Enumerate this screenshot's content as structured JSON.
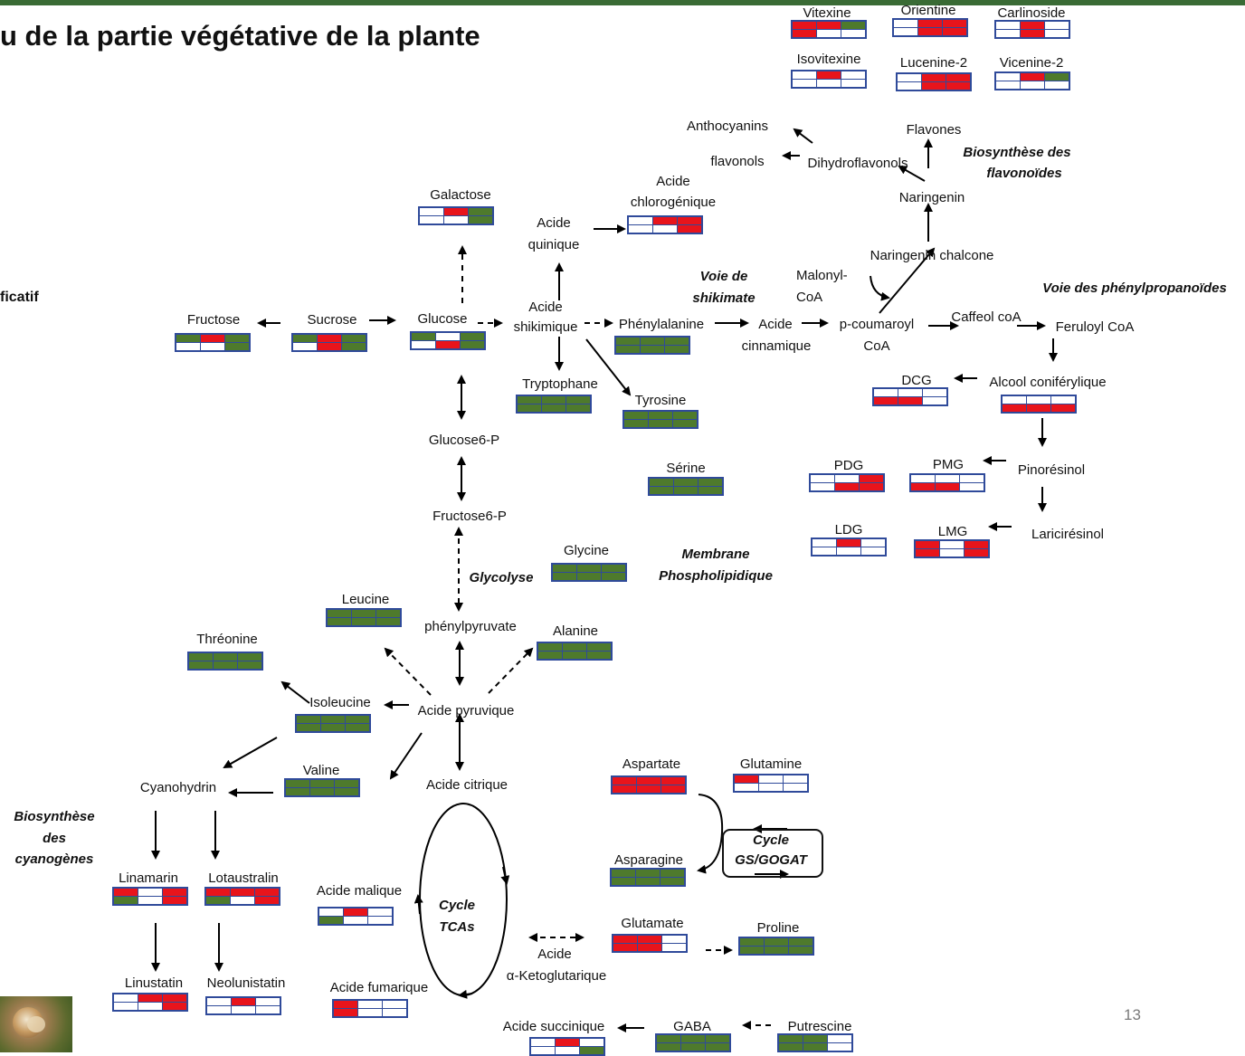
{
  "title": "u de la partie végétative de la plante",
  "side_fragment": "ficatif",
  "page_number": "13",
  "colors": {
    "green": "#4e7a2c",
    "red": "#e8141b",
    "white": "#ffffff",
    "border": "#2f4a9a"
  },
  "labels": {
    "vitexine": "Vitexine",
    "orientine": "Orientine",
    "carlinoside": "Carlinoside",
    "isovitexine": "Isovitexine",
    "lucenine2": "Lucenine-2",
    "vicenine2": "Vicenine-2",
    "anthocyanins": "Anthocyanins",
    "flavones": "Flavones",
    "flavonols": "flavonols",
    "dihydroflavonols": "Dihydroflavonols",
    "naringenin": "Naringenin",
    "naringenin_chalcone": "Naringenin chalcone",
    "malonyl": "Malonyl-",
    "coa": "CoA",
    "acide1": "Acide",
    "chlorogenique": "chlorogénique",
    "acide2": "Acide",
    "quinique": "quinique",
    "galactose": "Galactose",
    "acide3": "Acide",
    "shikimique": "shikimique",
    "fructose": "Fructose",
    "sucrose": "Sucrose",
    "glucose": "Glucose",
    "phenylalanine": "Phénylalanine",
    "acide4": "Acide",
    "cinnamique": "cinnamique",
    "pcoumaroyl": "p-coumaroyl",
    "coa2": "CoA",
    "caffeol": "Caffeol coA",
    "feruloyl": "Feruloyl CoA",
    "tryptophane": "Tryptophane",
    "tyrosine": "Tyrosine",
    "dcg": "DCG",
    "alcool": "Alcool coniférylique",
    "glucose6p": "Glucose6-P",
    "serine": "Sérine",
    "pdg": "PDG",
    "pmg": "PMG",
    "pinoresinol": "Pinorésinol",
    "fructose6p": "Fructose6-P",
    "ldg": "LDG",
    "lmg": "LMG",
    "lariciresinol": "Laricirésinol",
    "glycine": "Glycine",
    "leucine": "Leucine",
    "phenylpyruvate": "phénylpyruvate",
    "alanine": "Alanine",
    "threonine": "Thréonine",
    "isoleucine": "Isoleucine",
    "acide_pyruvique": "Acide pyruvique",
    "valine": "Valine",
    "cyanohydrin": "Cyanohydrin",
    "acide_citrique": "Acide citrique",
    "aspartate": "Aspartate",
    "glutamine": "Glutamine",
    "asparagine": "Asparagine",
    "linamarin": "Linamarin",
    "lotaustralin": "Lotaustralin",
    "acide_malique": "Acide malique",
    "glutamate": "Glutamate",
    "proline": "Proline",
    "acide5": "Acide",
    "ketoglutarique": "α-Ketoglutarique",
    "linustatin": "Linustatin",
    "neolinustatin": "Neolunistatin",
    "acide_fumarique": "Acide fumarique",
    "acide_succinique": "Acide succinique",
    "gaba": "GABA",
    "putrescine": "Putrescine"
  },
  "pathway_labels": {
    "biosynth_flav1": "Biosynthèse des",
    "biosynth_flav2": "flavonoïdes",
    "voie_shik1": "Voie de",
    "voie_shik2": "shikimate",
    "voie_phenyl": "Voie des phénylpropanoïdes",
    "glycolyse": "Glycolyse",
    "membrane1": "Membrane",
    "membrane2": "Phospholipidique",
    "biosynth_cyan1": "Biosynthèse",
    "biosynth_cyan2": "des",
    "biosynth_cyan3": "cyanogènes",
    "cycle_tca1": "Cycle",
    "cycle_tca2": "TCAs",
    "cycle_gs1": "Cycle",
    "cycle_gs2": "GS/GOGAT"
  },
  "heatmaps": [
    {
      "id": "vitexine",
      "cells": [
        "r",
        "r",
        "g",
        "r",
        "w",
        "w"
      ]
    },
    {
      "id": "orientine",
      "cells": [
        "w",
        "r",
        "r",
        "w",
        "r",
        "r"
      ]
    },
    {
      "id": "carlinoside",
      "cells": [
        "w",
        "r",
        "w",
        "w",
        "r",
        "w"
      ]
    },
    {
      "id": "isovitexine",
      "cells": [
        "w",
        "r",
        "w",
        "w",
        "w",
        "w"
      ]
    },
    {
      "id": "lucenine2",
      "cells": [
        "w",
        "r",
        "r",
        "w",
        "r",
        "r"
      ]
    },
    {
      "id": "vicenine2",
      "cells": [
        "w",
        "r",
        "g",
        "w",
        "w",
        "w"
      ]
    },
    {
      "id": "chlorogenique",
      "cells": [
        "w",
        "r",
        "r",
        "w",
        "w",
        "r"
      ]
    },
    {
      "id": "galactose",
      "cells": [
        "w",
        "r",
        "g",
        "w",
        "w",
        "g"
      ]
    },
    {
      "id": "fructose",
      "cells": [
        "g",
        "r",
        "g",
        "w",
        "w",
        "g"
      ]
    },
    {
      "id": "sucrose",
      "cells": [
        "g",
        "r",
        "g",
        "w",
        "r",
        "g"
      ]
    },
    {
      "id": "glucose",
      "cells": [
        "g",
        "w",
        "g",
        "w",
        "r",
        "g"
      ]
    },
    {
      "id": "phenylalanine",
      "cells": [
        "g",
        "g",
        "g",
        "g",
        "g",
        "g"
      ]
    },
    {
      "id": "tryptophane",
      "cells": [
        "g",
        "g",
        "g",
        "g",
        "g",
        "g"
      ]
    },
    {
      "id": "tyrosine",
      "cells": [
        "g",
        "g",
        "g",
        "g",
        "g",
        "g"
      ]
    },
    {
      "id": "dcg",
      "cells": [
        "w",
        "w",
        "w",
        "r",
        "r",
        "w"
      ]
    },
    {
      "id": "alcool",
      "cells": [
        "w",
        "w",
        "w",
        "r",
        "r",
        "r"
      ]
    },
    {
      "id": "serine",
      "cells": [
        "g",
        "g",
        "g",
        "g",
        "g",
        "g"
      ]
    },
    {
      "id": "pdg",
      "cells": [
        "w",
        "w",
        "r",
        "w",
        "r",
        "r"
      ]
    },
    {
      "id": "pmg",
      "cells": [
        "w",
        "w",
        "w",
        "r",
        "r",
        "w"
      ]
    },
    {
      "id": "ldg",
      "cells": [
        "w",
        "r",
        "w",
        "w",
        "w",
        "w"
      ]
    },
    {
      "id": "lmg",
      "cells": [
        "r",
        "w",
        "r",
        "r",
        "w",
        "r"
      ]
    },
    {
      "id": "glycine",
      "cells": [
        "g",
        "g",
        "g",
        "g",
        "g",
        "g"
      ]
    },
    {
      "id": "leucine",
      "cells": [
        "g",
        "g",
        "g",
        "g",
        "g",
        "g"
      ]
    },
    {
      "id": "alanine",
      "cells": [
        "g",
        "g",
        "g",
        "g",
        "g",
        "g"
      ]
    },
    {
      "id": "threonine",
      "cells": [
        "g",
        "g",
        "g",
        "g",
        "g",
        "g"
      ]
    },
    {
      "id": "isoleucine",
      "cells": [
        "g",
        "g",
        "g",
        "g",
        "g",
        "g"
      ]
    },
    {
      "id": "valine",
      "cells": [
        "g",
        "g",
        "g",
        "g",
        "g",
        "g"
      ]
    },
    {
      "id": "aspartate",
      "cells": [
        "r",
        "r",
        "r",
        "r",
        "r",
        "r"
      ]
    },
    {
      "id": "glutamine",
      "cells": [
        "r",
        "w",
        "w",
        "w",
        "w",
        "w"
      ]
    },
    {
      "id": "asparagine",
      "cells": [
        "g",
        "g",
        "g",
        "g",
        "g",
        "g"
      ]
    },
    {
      "id": "linamarin",
      "cells": [
        "r",
        "w",
        "r",
        "g",
        "w",
        "r"
      ]
    },
    {
      "id": "lotaustralin",
      "cells": [
        "r",
        "r",
        "r",
        "g",
        "w",
        "r"
      ]
    },
    {
      "id": "acide_malique",
      "cells": [
        "w",
        "r",
        "w",
        "g",
        "w",
        "w"
      ]
    },
    {
      "id": "glutamate",
      "cells": [
        "r",
        "r",
        "w",
        "r",
        "r",
        "w"
      ]
    },
    {
      "id": "proline",
      "cells": [
        "g",
        "g",
        "g",
        "g",
        "g",
        "g"
      ]
    },
    {
      "id": "linustatin",
      "cells": [
        "w",
        "r",
        "r",
        "w",
        "w",
        "r"
      ]
    },
    {
      "id": "neolinustatin",
      "cells": [
        "w",
        "r",
        "w",
        "w",
        "w",
        "w"
      ]
    },
    {
      "id": "acide_fumarique",
      "cells": [
        "r",
        "w",
        "w",
        "r",
        "w",
        "w"
      ]
    },
    {
      "id": "acide_succinique",
      "cells": [
        "w",
        "r",
        "w",
        "w",
        "w",
        "g"
      ]
    },
    {
      "id": "gaba",
      "cells": [
        "g",
        "g",
        "g",
        "g",
        "g",
        "g"
      ]
    },
    {
      "id": "putrescine",
      "cells": [
        "g",
        "g",
        "w",
        "g",
        "g",
        "w"
      ]
    }
  ]
}
